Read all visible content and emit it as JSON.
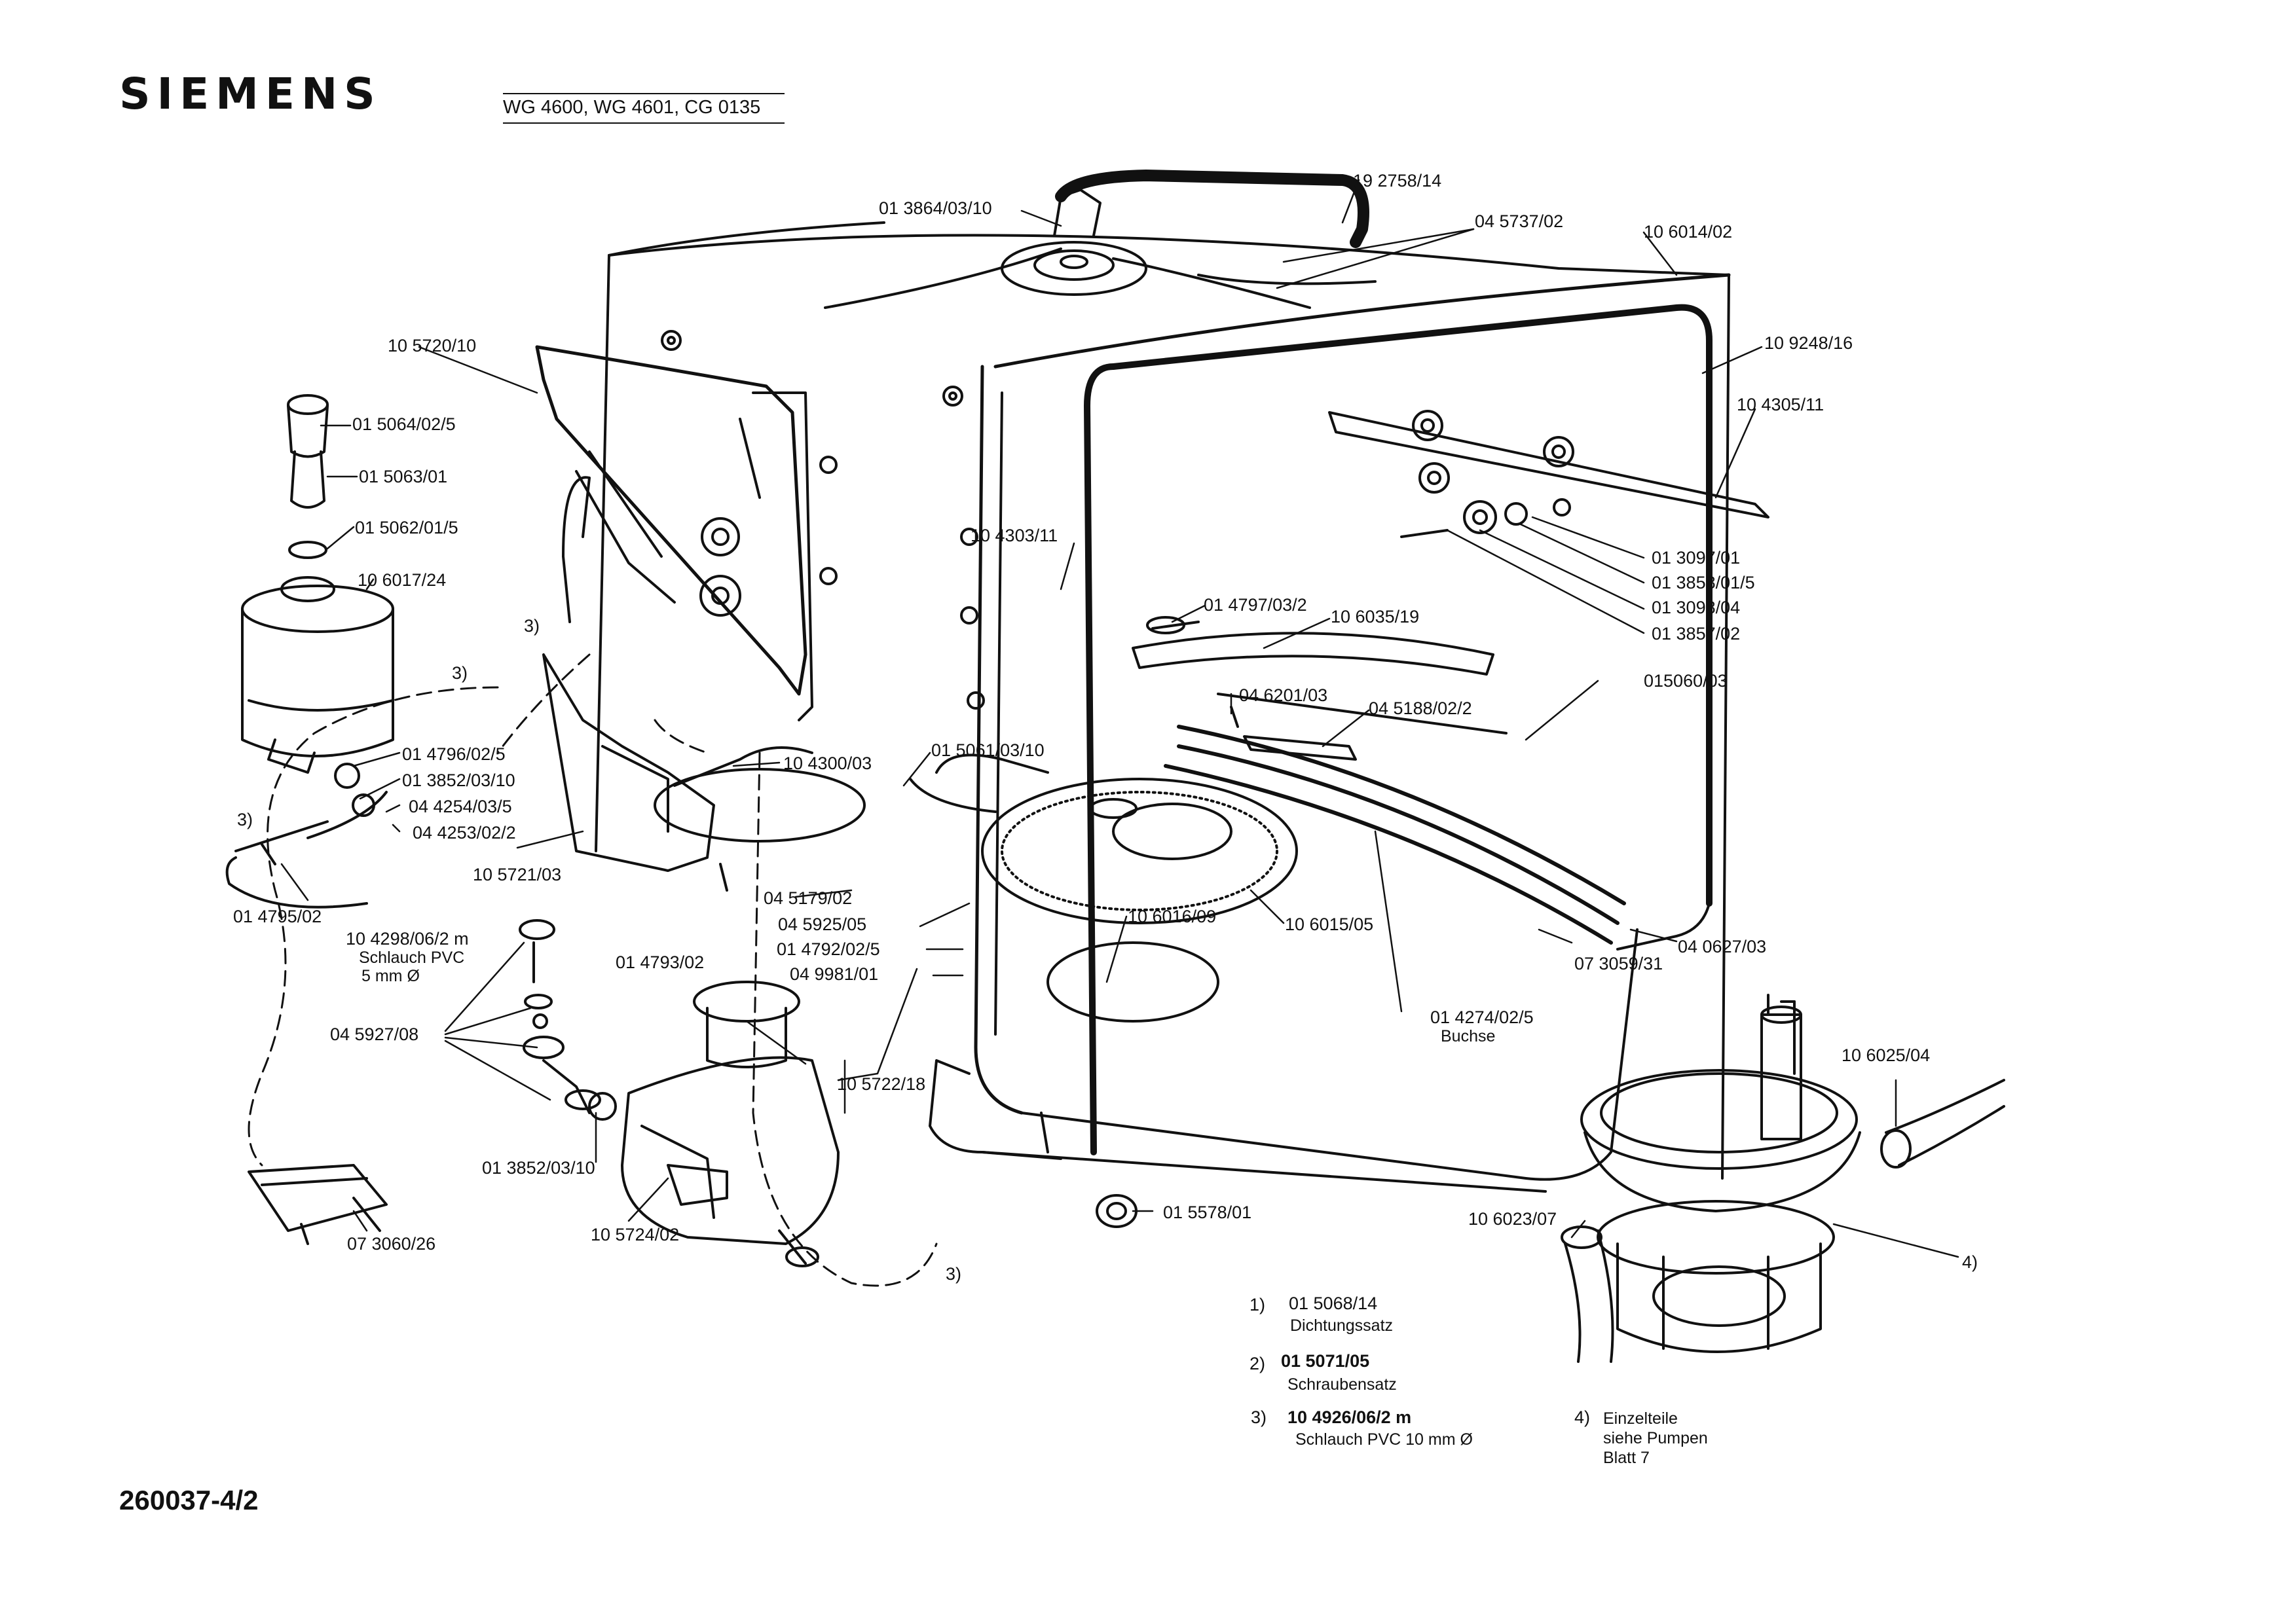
{
  "header": {
    "brand": "SIEMENS",
    "models": "WG 4600, WG 4601, CG 0135",
    "sheet_number": "260037-4/2"
  },
  "parts": [
    {
      "id": "p1",
      "code": "19 2758/14"
    },
    {
      "id": "p2",
      "code": "01 3864/03/10"
    },
    {
      "id": "p3",
      "code": "04 5737/02"
    },
    {
      "id": "p4",
      "code": "10 6014/02"
    },
    {
      "id": "p5",
      "code": "10 9248/16"
    },
    {
      "id": "p6",
      "code": "10 5720/10"
    },
    {
      "id": "p7",
      "code": "10 4305/11"
    },
    {
      "id": "p8",
      "code": "01 5064/02/5"
    },
    {
      "id": "p9",
      "code": "01 5063/01"
    },
    {
      "id": "p10",
      "code": "01 5062/01/5"
    },
    {
      "id": "p11",
      "code": "10 6017/24"
    },
    {
      "id": "p12",
      "code": "10 4303/11"
    },
    {
      "id": "p13",
      "code": "01 3097/01"
    },
    {
      "id": "p14",
      "code": "01 3858/01/5"
    },
    {
      "id": "p15",
      "code": "01 3098/04"
    },
    {
      "id": "p16",
      "code": "01 3857/02"
    },
    {
      "id": "p17",
      "code": "01 4797/03/2"
    },
    {
      "id": "p18",
      "code": "10 6035/19"
    },
    {
      "id": "p19",
      "code": "015060/03"
    },
    {
      "id": "p20",
      "code": "04 6201/03"
    },
    {
      "id": "p21",
      "code": "04 5188/02/2"
    },
    {
      "id": "p22",
      "code": "01 4796/02/5"
    },
    {
      "id": "p23",
      "code": "01 3852/03/10"
    },
    {
      "id": "p24",
      "code": "04 4254/03/5"
    },
    {
      "id": "p25",
      "code": "04 4253/02/2"
    },
    {
      "id": "p26",
      "code": "10 4300/03"
    },
    {
      "id": "p27",
      "code": "01 5061/03/10"
    },
    {
      "id": "p28",
      "code": "10 5721/03"
    },
    {
      "id": "p29",
      "code": "04 5179/02"
    },
    {
      "id": "p30",
      "code": "04 5925/05"
    },
    {
      "id": "p31",
      "code": "01 4792/02/5"
    },
    {
      "id": "p32",
      "code": "04 9981/01"
    },
    {
      "id": "p33",
      "code": "10 6016/09"
    },
    {
      "id": "p34",
      "code": "10 6015/05"
    },
    {
      "id": "p35",
      "code": "04 0627/03"
    },
    {
      "id": "p36",
      "code": "07 3059/31"
    },
    {
      "id": "p37",
      "code": "01 4795/02"
    },
    {
      "id": "p38",
      "code": "10 4298/06/2 m"
    },
    {
      "id": "p39",
      "code": "01 4793/02"
    },
    {
      "id": "p40",
      "code": "04 5927/08"
    },
    {
      "id": "p41",
      "code": "01 4274/02/5"
    },
    {
      "id": "p42",
      "code": "10 5722/18"
    },
    {
      "id": "p43",
      "code": "10 6025/04"
    },
    {
      "id": "p44",
      "code": "01 3852/03/10"
    },
    {
      "id": "p45",
      "code": "10 5724/02"
    },
    {
      "id": "p46",
      "code": "01 5578/01"
    },
    {
      "id": "p47",
      "code": "10 6023/07"
    },
    {
      "id": "p48",
      "code": "07 3060/26"
    }
  ],
  "part_descriptions": {
    "hose_pvc_5": "Schlauch PVC",
    "hose_pvc_5_size": "5 mm Ø",
    "bushing": "Buchse"
  },
  "markers": {
    "m3": "3)",
    "m4": "4)"
  },
  "notes": [
    {
      "num": "1)",
      "code": "01 5068/14",
      "text": "Dichtungssatz"
    },
    {
      "num": "2)",
      "code": "01 5071/05",
      "text": "Schraubensatz"
    },
    {
      "num": "3)",
      "code": "10 4926/06/2 m",
      "text": "Schlauch PVC 10 mm Ø"
    },
    {
      "num": "4)",
      "code": "",
      "text": "Einzelteile",
      "text2": "siehe Pumpen",
      "text3": "Blatt 7"
    }
  ]
}
